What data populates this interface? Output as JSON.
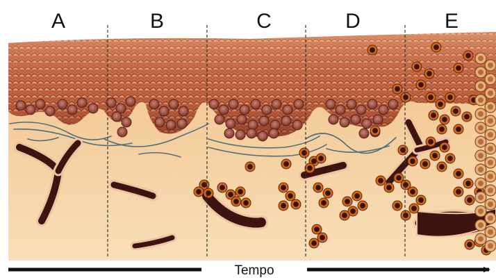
{
  "diagram": {
    "stages": [
      {
        "label": "A"
      },
      {
        "label": "B"
      },
      {
        "label": "C"
      },
      {
        "label": "D"
      },
      {
        "label": "E"
      }
    ],
    "time_axis": {
      "label": "Tempo"
    },
    "colors": {
      "epidermis_light": "#d98a5c",
      "epidermis_dark": "#8a3522",
      "basal_cells": "#9a4a3a",
      "dermis": "#f6d8ae",
      "dermis_top": "#f3cb9a",
      "collagen_fibers": "#4d6f7d",
      "vessel": "#3d1410",
      "vessel_outline": "#f0c4a0",
      "leukocyte_rim": "#d06b1e",
      "leukocyte_core": "#3a120b",
      "fibroblast_border": "#d9a66a",
      "divider": "#333333",
      "arrow": "#111111"
    }
  }
}
